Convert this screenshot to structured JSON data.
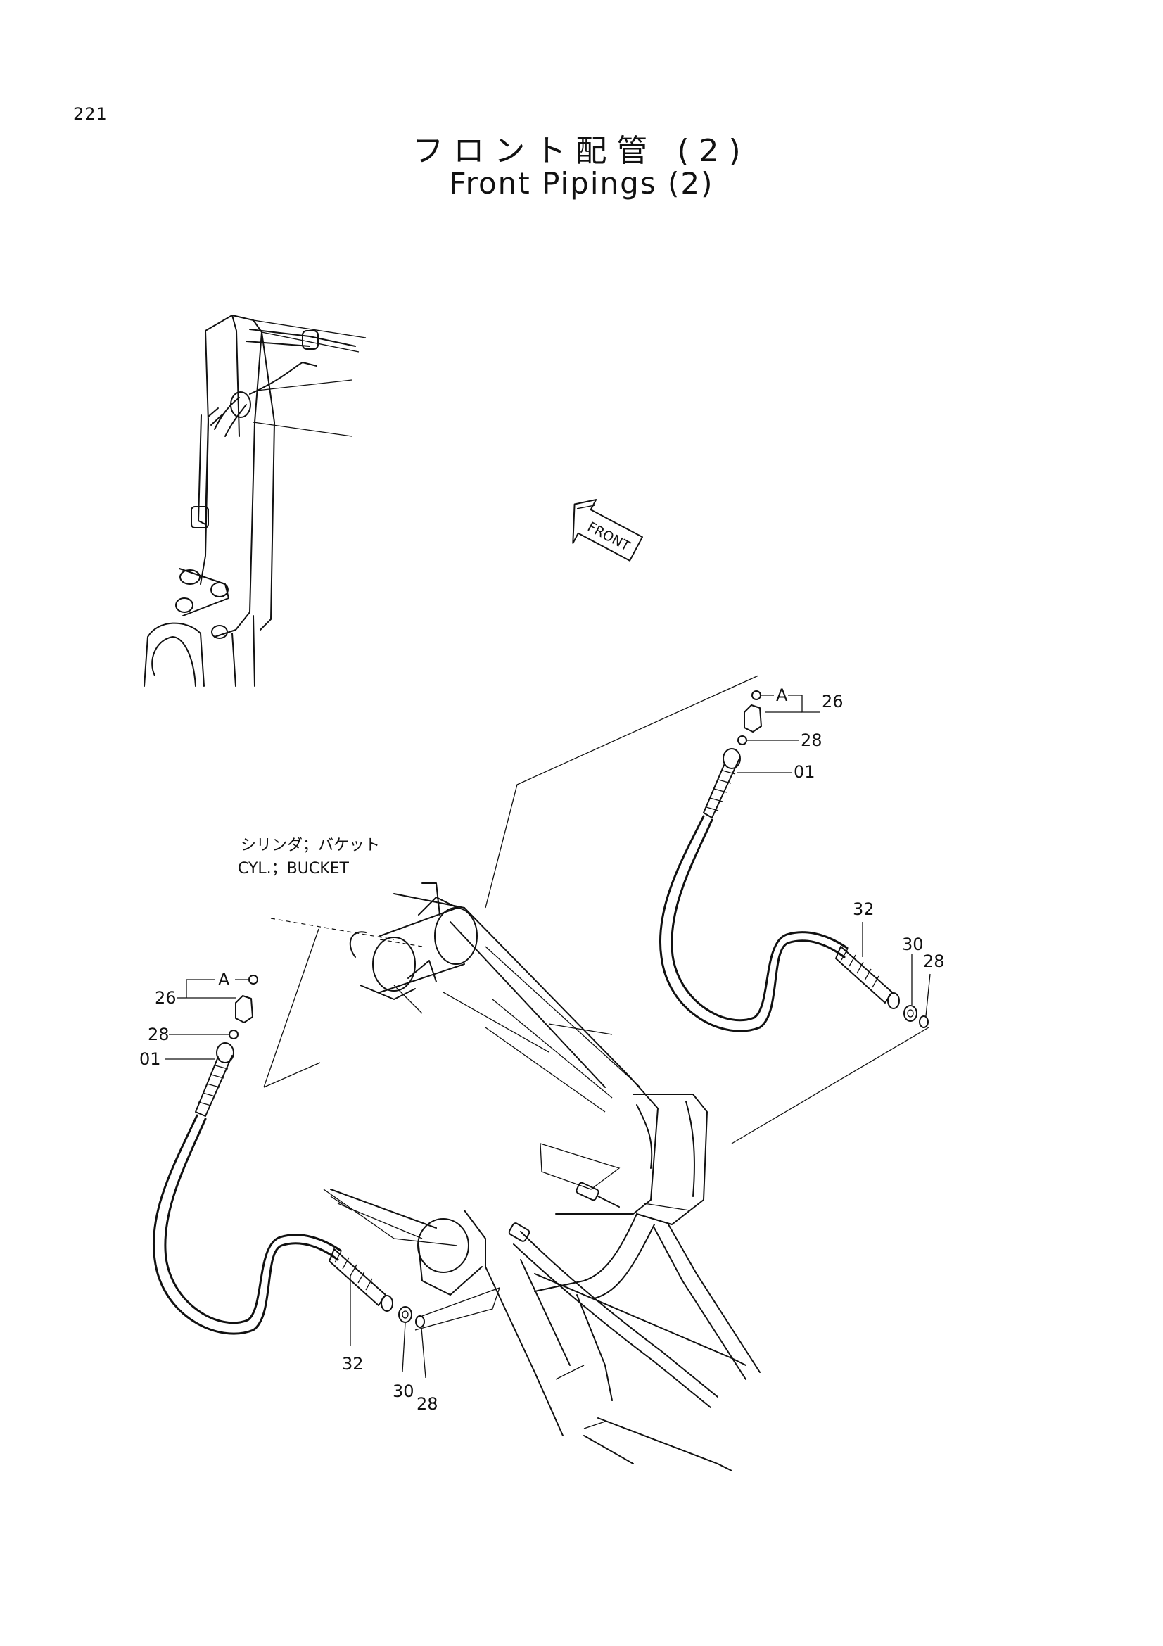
{
  "page": {
    "number": "221",
    "title_jp": "フロント配管 (2)",
    "title_en": "Front Pipings (2)"
  },
  "arrow": {
    "label": "FRONT"
  },
  "note": {
    "jp": "シリンダ；バケット",
    "en": "CYL.；BUCKET"
  },
  "callouts": {
    "right": {
      "detail": "A",
      "p26": "26",
      "p28_top": "28",
      "p01": "01",
      "p32": "32",
      "p30": "30",
      "p28_end": "28"
    },
    "left": {
      "detail": "A",
      "p26": "26",
      "p28_top": "28",
      "p01": "01",
      "p32": "32",
      "p30": "30",
      "p28_end": "28"
    }
  }
}
